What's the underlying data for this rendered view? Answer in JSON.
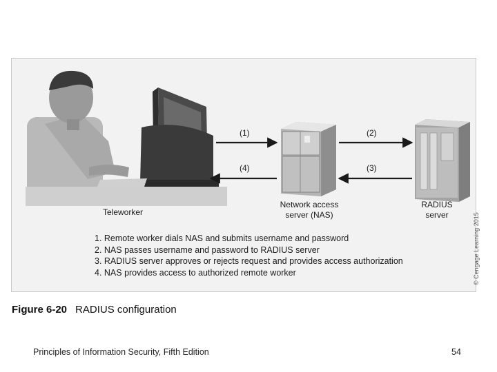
{
  "figure": {
    "arrows": [
      {
        "label": "(1)"
      },
      {
        "label": "(2)"
      },
      {
        "label": "(3)"
      },
      {
        "label": "(4)"
      }
    ],
    "nodes": {
      "teleworker": "Teleworker",
      "nas_line1": "Network access",
      "nas_line2": "server (NAS)",
      "radius_line1": "RADIUS",
      "radius_line2": "server"
    },
    "steps": [
      "1. Remote worker dials NAS and submits username and password",
      "2. NAS passes username and password to RADIUS server",
      "3. RADIUS server approves or rejects request and provides access authorization",
      "4. NAS provides access to authorized remote worker"
    ],
    "copyright": "© Cengage Learning 2015"
  },
  "caption": {
    "number": "Figure 6-20",
    "title": "RADIUS configuration"
  },
  "footer": {
    "book": "Principles of Information Security, Fifth Edition",
    "page": "54"
  }
}
